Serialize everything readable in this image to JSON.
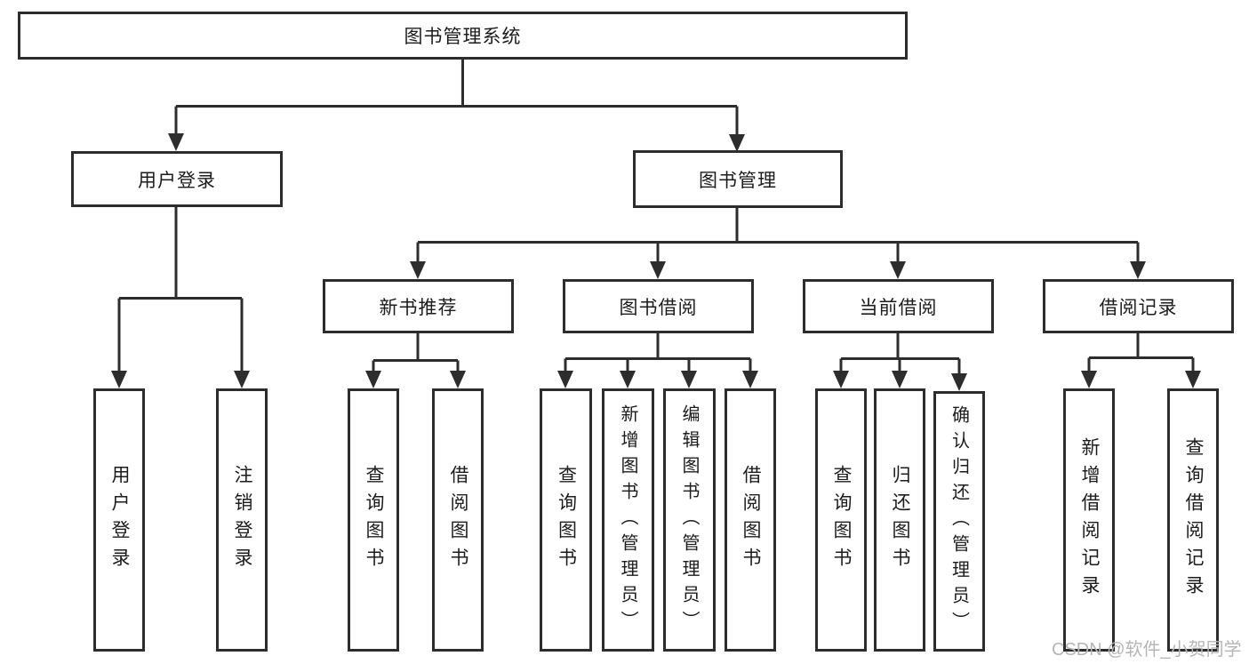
{
  "diagram": {
    "root": "图书管理系统",
    "user_login": {
      "label": "用户登录",
      "children": [
        "用户登录",
        "注销登录"
      ]
    },
    "book_mgmt": {
      "label": "图书管理",
      "children": [
        {
          "label": "新书推荐",
          "children": [
            "查询图书",
            "借阅图书"
          ]
        },
        {
          "label": "图书借阅",
          "children": [
            "查询图书",
            "新增图书（管理员）",
            "编辑图书（管理员）",
            "借阅图书"
          ]
        },
        {
          "label": "当前借阅",
          "children": [
            "查询图书",
            "归还图书",
            "确认归还（管理员）"
          ]
        },
        {
          "label": "借阅记录",
          "children": [
            "新增借阅记录",
            "查询借阅记录"
          ]
        }
      ]
    }
  },
  "watermark": "CSDN @软件_小贺同学",
  "colors": {
    "line": "#2d2d2d",
    "box_border": "#2d2d2d",
    "box_fill": "#ffffff",
    "text": "#1c1c1c",
    "watermark": "#b5b5b5",
    "background": "#ffffff"
  }
}
